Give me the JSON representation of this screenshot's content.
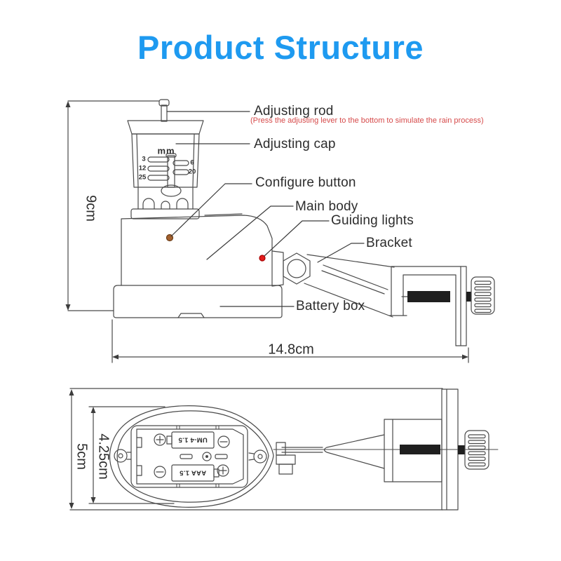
{
  "title": "Product Structure",
  "colors": {
    "title": "#1e9af0",
    "note": "#d64a4a",
    "line": "#4a4a4a",
    "configure_dot": "#a3612f",
    "guiding_light_dot": "#e21d1d",
    "screw": "#1f1f1f"
  },
  "top_view": {
    "labels": {
      "adjusting_rod": "Adjusting rod",
      "note": "(Press the adjusting lever to the bottom to simulate the rain process)",
      "adjusting_cap": "Adjusting cap",
      "configure_button": "Configure button",
      "main_body": "Main body",
      "guiding_lights": "Guiding lights",
      "bracket": "Bracket",
      "battery_box": "Battery box"
    },
    "dimensions": {
      "height": "9cm",
      "width": "14.8cm"
    },
    "cap_scale": {
      "unit": "mm",
      "left": [
        "3",
        "12",
        "25"
      ],
      "right": [
        "6",
        "20"
      ]
    }
  },
  "bottom_view": {
    "dimensions": {
      "outer_height": "5cm",
      "inner_height": "4.25cm"
    },
    "batteries": [
      "UM-4 1.5",
      "AAA 1.5"
    ]
  }
}
